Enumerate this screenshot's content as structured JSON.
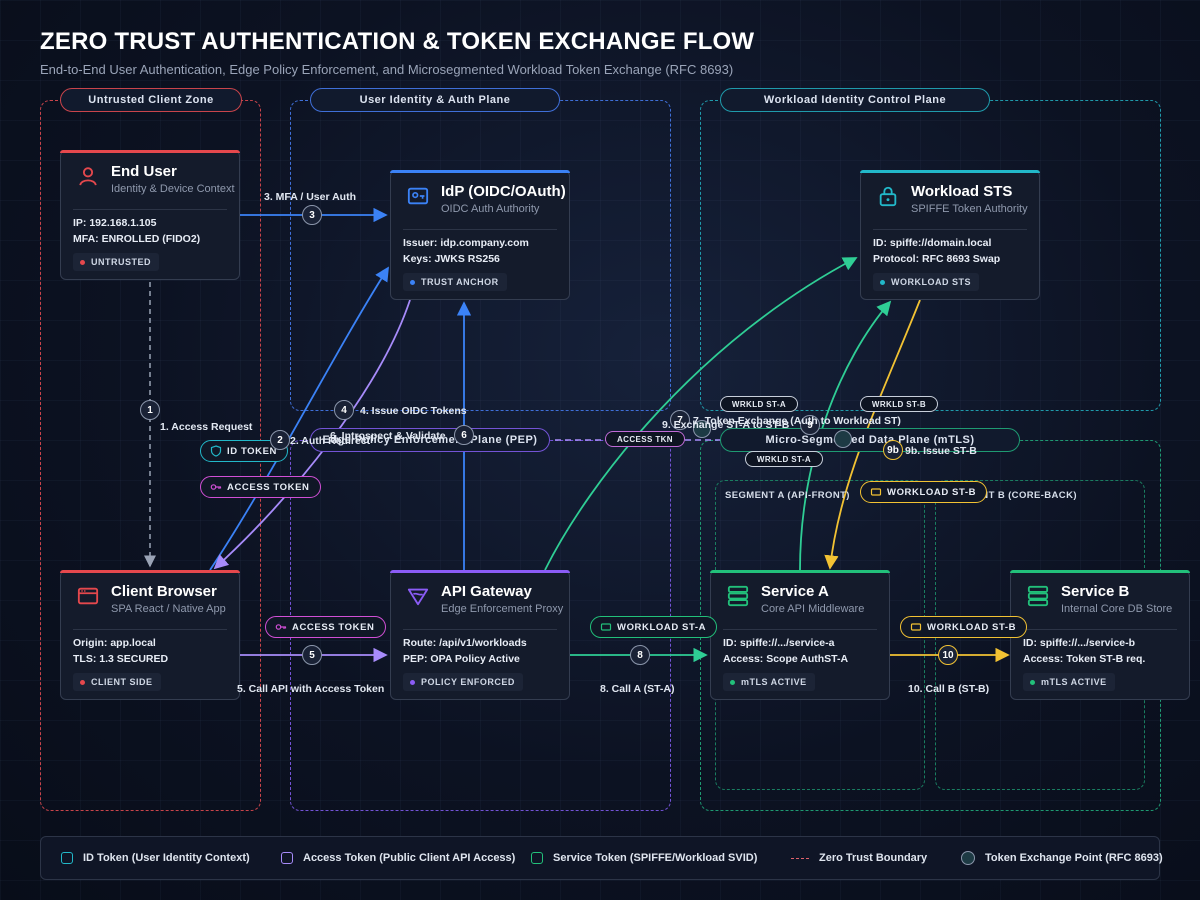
{
  "header": {
    "title": "ZERO TRUST AUTHENTICATION & TOKEN EXCHANGE FLOW",
    "subtitle": "End-to-End User Authentication, Edge Policy Enforcement, and Microsegmented Workload Token Exchange (RFC 8693)"
  },
  "zones": {
    "untrusted": "Untrusted Client Zone",
    "identity": "User Identity & Auth Plane",
    "workload": "Workload Identity Control Plane",
    "pep": "Edge Policy Enforcement Plane (PEP)",
    "micro": "Micro-Segmented Data Plane (mTLS)",
    "segment_a": "SEGMENT A (API-FRONT)",
    "segment_b": "SEGMENT B (CORE-BACK)"
  },
  "nodes": {
    "end_user": {
      "title": "End User",
      "subtitle": "Identity & Device Context",
      "line1": "IP: 192.168.1.105",
      "line2": "MFA: ENROLLED (FIDO2)",
      "badge": "UNTRUSTED",
      "color": "#e5484d"
    },
    "idp": {
      "title": "IdP (OIDC/OAuth)",
      "subtitle": "OIDC Auth Authority",
      "line1": "Issuer: idp.company.com",
      "line2": "Keys: JWKS RS256",
      "badge": "TRUST ANCHOR",
      "color": "#3b82f6"
    },
    "sts": {
      "title": "Workload STS",
      "subtitle": "SPIFFE Token Authority",
      "line1": "ID: spiffe://domain.local",
      "line2": "Protocol: RFC 8693 Swap",
      "badge": "WORKLOAD STS",
      "color": "#22b8c9"
    },
    "browser": {
      "title": "Client Browser",
      "subtitle": "SPA React / Native App",
      "line1": "Origin: app.local",
      "line2": "TLS: 1.3 SECURED",
      "badge": "CLIENT SIDE",
      "color": "#e5484d"
    },
    "gateway": {
      "title": "API Gateway",
      "subtitle": "Edge Enforcement Proxy",
      "line1": "Route: /api/v1/workloads",
      "line2": "PEP: OPA Policy Active",
      "badge": "POLICY ENFORCED",
      "color": "#8b5cf6"
    },
    "service_a": {
      "title": "Service A",
      "subtitle": "Core API Middleware",
      "line1": "ID: spiffe://.../service-a",
      "line2": "Access: Scope AuthST-A",
      "badge": "mTLS ACTIVE",
      "color": "#22c07a"
    },
    "service_b": {
      "title": "Service B",
      "subtitle": "Internal Core DB Store",
      "line1": "ID: spiffe://.../service-b",
      "line2": "Access: Token ST-B req.",
      "badge": "mTLS ACTIVE",
      "color": "#22c07a"
    }
  },
  "tokens": {
    "id_token": "ID TOKEN",
    "access_token_1": "ACCESS TOKEN",
    "access_token_2": "ACCESS TOKEN",
    "workload_sta": "WORKLOAD ST-A",
    "workload_stb_1": "WORKLOAD ST-B",
    "workload_stb_2": "WORKLOAD ST-B",
    "access_tkn": "ACCESS TKN",
    "wrkld_sta_1": "WRKLD ST-A",
    "wrkld_sta_2": "WRKLD ST-A",
    "wrkld_stb": "WRKLD ST-B"
  },
  "steps": {
    "s1": "1",
    "s2": "2",
    "s3": "3",
    "s4": "4",
    "s5": "5",
    "s6": "6",
    "s7": "7",
    "s8": "8",
    "s9": "9",
    "s9b": "9b",
    "s10": "10"
  },
  "labels": {
    "l1": "1. Access Request",
    "l2": "2. Auth Redirect",
    "l3": "3. MFA / User Auth",
    "l4": "4. Issue OIDC Tokens",
    "l5": "5. Call API with Access Token",
    "l6": "6. Introspect & Validate",
    "l7": "7. Token Exchange (Auth to Workload ST)",
    "l8": "8. Call A (ST-A)",
    "l9": "9. Exchange ST-A to ST-B",
    "l9b": "9b. Issue ST-B",
    "l10": "10. Call B (ST-B)"
  },
  "legend": {
    "id_token": "ID Token (User Identity Context)",
    "access_token": "Access Token (Public Client API Access)",
    "service_token": "Service Token (SPIFFE/Workload SVID)",
    "boundary": "Zero Trust Boundary",
    "exchange": "Token Exchange Point (RFC 8693)"
  },
  "colors": {
    "red": "#e5484d",
    "blue": "#3b82f6",
    "purple": "#8b5cf6",
    "cyan": "#22b8c9",
    "green": "#22c07a",
    "yellow": "#f2c233",
    "magenta": "#d14fd6",
    "lavender": "#a78bfa"
  }
}
